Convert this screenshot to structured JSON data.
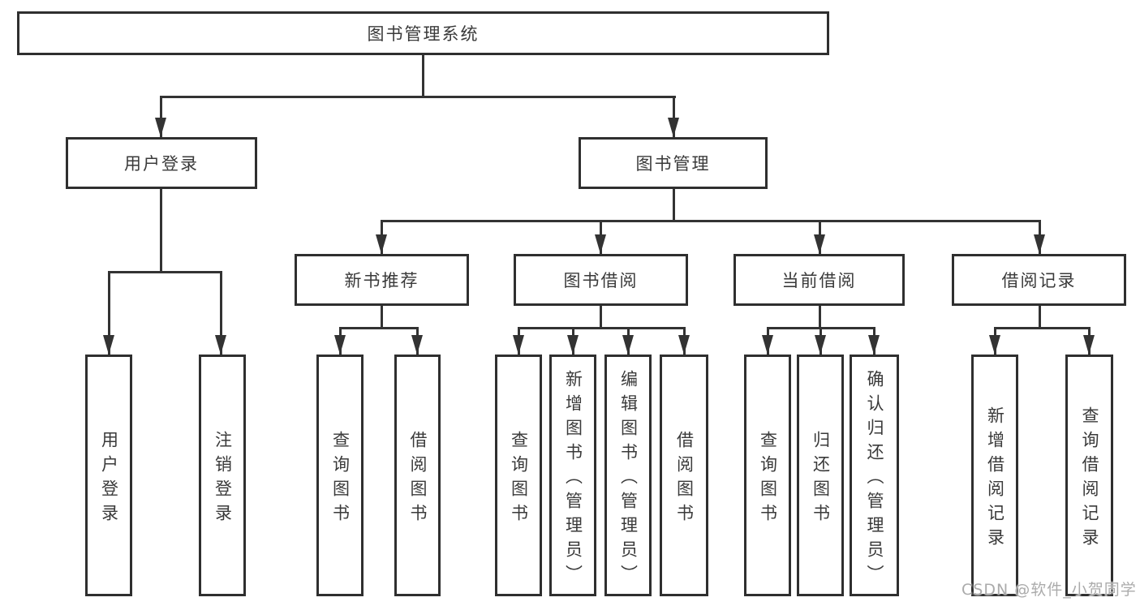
{
  "tree": {
    "label": "图书管理系统",
    "children": [
      {
        "label": "用户登录",
        "children": [
          {
            "label": "用户登录"
          },
          {
            "label": "注销登录"
          }
        ]
      },
      {
        "label": "图书管理",
        "children": [
          {
            "label": "新书推荐",
            "children": [
              {
                "label": "查询图书"
              },
              {
                "label": "借阅图书"
              }
            ]
          },
          {
            "label": "图书借阅",
            "children": [
              {
                "label": "查询图书"
              },
              {
                "label": "新增图书（管理员）"
              },
              {
                "label": "编辑图书（管理员）"
              },
              {
                "label": "借阅图书"
              }
            ]
          },
          {
            "label": "当前借阅",
            "children": [
              {
                "label": "查询图书"
              },
              {
                "label": "归还图书"
              },
              {
                "label": "确认归还（管理员）"
              }
            ]
          },
          {
            "label": "借阅记录",
            "children": [
              {
                "label": "新增借阅记录"
              },
              {
                "label": "查询借阅记录"
              }
            ]
          }
        ]
      }
    ]
  },
  "watermark": "CSDN @软件_小贺同学",
  "colors": {
    "line": "#333333",
    "border": "#2f2f2f",
    "text": "#3a3a3a",
    "watermark": "#ababab",
    "background": "#ffffff"
  }
}
